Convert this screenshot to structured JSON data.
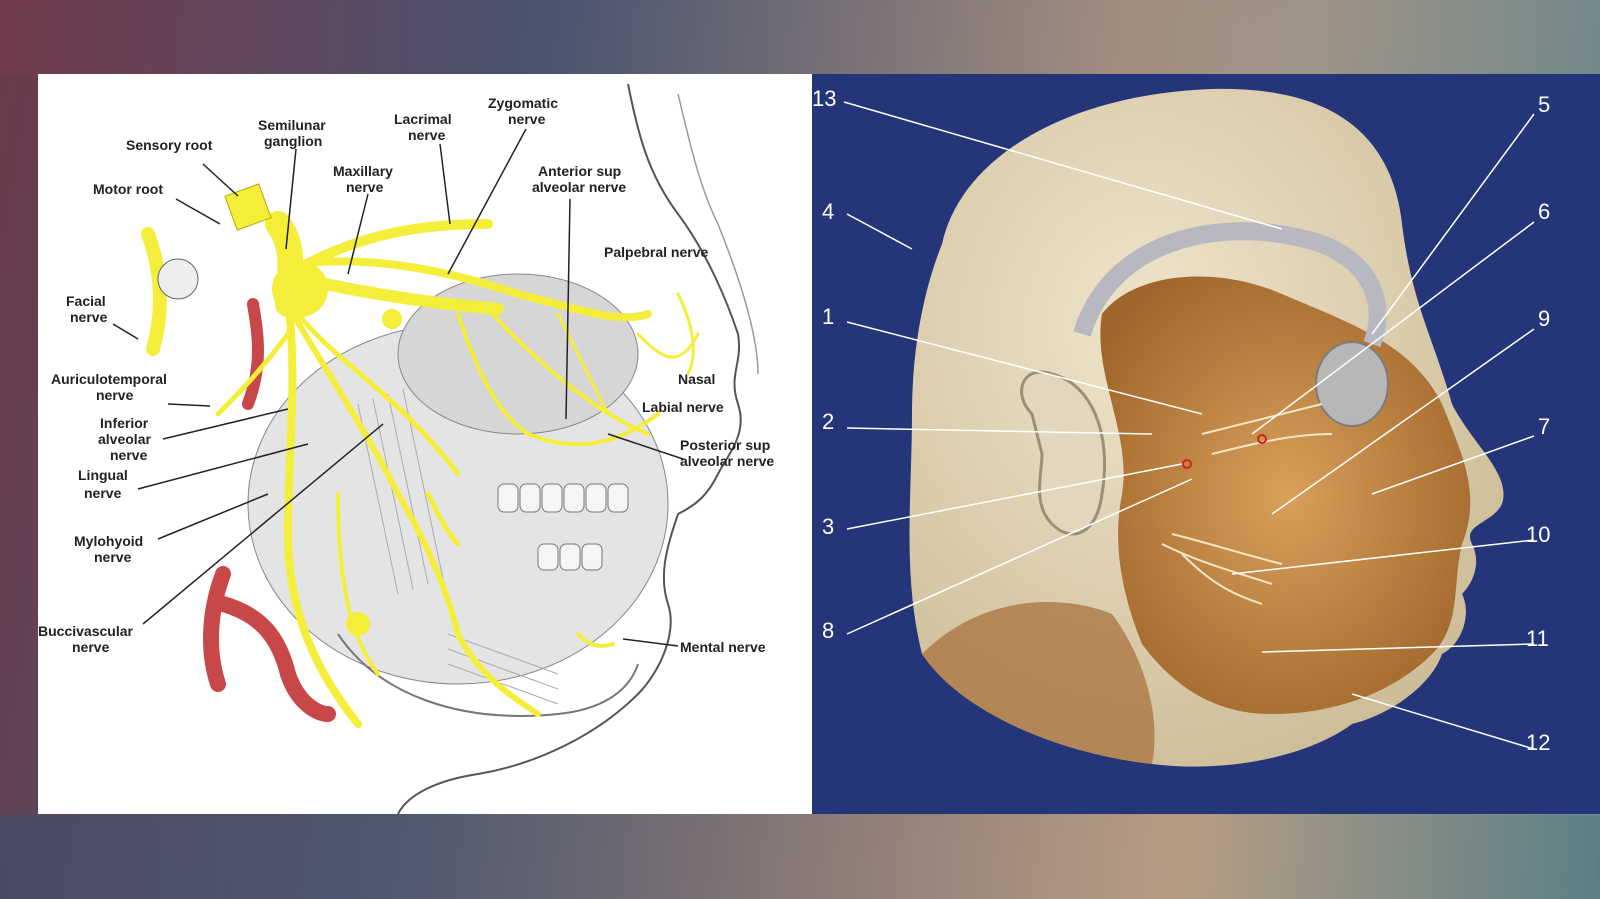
{
  "left_diagram": {
    "labels": {
      "sensory_root": "Sensory root",
      "semilunar_ganglion_1": "Semilunar",
      "semilunar_ganglion_2": "ganglion",
      "lacrimal_1": "Lacrimal",
      "lacrimal_2": "nerve",
      "zygomatic_1": "Zygomatic",
      "zygomatic_2": "nerve",
      "motor_root": "Motor root",
      "maxillary_1": "Maxillary",
      "maxillary_2": "nerve",
      "anterior_sup_1": "Anterior sup",
      "anterior_sup_2": "alveolar nerve",
      "palpebral": "Palpebral nerve",
      "facial_1": "Facial",
      "facial_2": "nerve",
      "auriculotemporal_1": "Auriculotemporal",
      "auriculotemporal_2": "nerve",
      "nasal": "Nasal",
      "labial": "Labial nerve",
      "inferior_alveolar_1": "Inferior",
      "inferior_alveolar_2": "alveolar",
      "inferior_alveolar_3": "nerve",
      "posterior_sup_1": "Posterior sup",
      "posterior_sup_2": "alveolar nerve",
      "lingual_1": "Lingual",
      "lingual_2": "nerve",
      "mylohyoid_1": "Mylohyoid",
      "mylohyoid_2": "nerve",
      "buccivascular_1": "Buccivascular",
      "buccivascular_2": "nerve",
      "mental": "Mental nerve"
    },
    "colors": {
      "nerve": "#f4ee3a",
      "nerve_stroke": "#b8a800",
      "artery": "#c8484a",
      "line": "#222222"
    }
  },
  "right_diagram": {
    "numbers": {
      "n13": "13",
      "n5": "5",
      "n4": "4",
      "n6": "6",
      "n1": "1",
      "n9": "9",
      "n2": "2",
      "n7": "7",
      "n3": "3",
      "n10": "10",
      "n8": "8",
      "n11": "11",
      "n12": "12"
    },
    "colors": {
      "background": "#24357a",
      "skin": "#e8dcc0",
      "muscle": "#c98a3e"
    }
  }
}
